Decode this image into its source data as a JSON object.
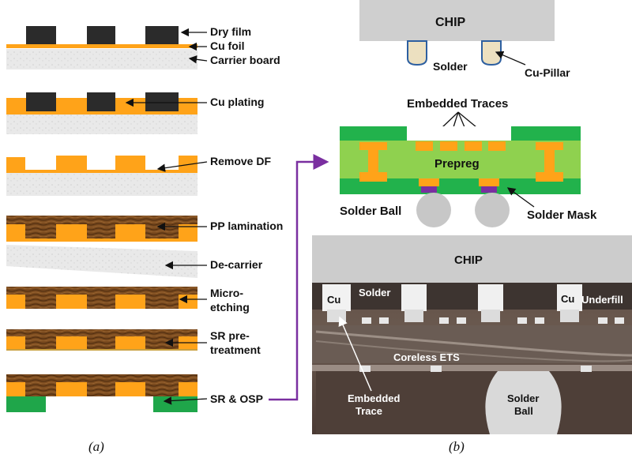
{
  "panel_a": {
    "caption": "(a)",
    "steps": [
      {
        "label": "Dry film"
      },
      {
        "label": "Cu foil"
      },
      {
        "label": "Carrier board"
      },
      {
        "label": "Cu plating"
      },
      {
        "label": "Remove DF"
      },
      {
        "label": "PP lamination"
      },
      {
        "label": "De-carrier"
      },
      {
        "label": "Micro-",
        "label2": "etching"
      },
      {
        "label": "SR pre-",
        "label2": "treatment"
      },
      {
        "label": "SR & OSP"
      }
    ]
  },
  "panel_b": {
    "caption": "(b)",
    "schematic": {
      "chip": "CHIP",
      "solder": "Solder",
      "cu_pillar": "Cu-Pillar",
      "embedded_traces": "Embedded Traces",
      "prepreg": "Prepreg",
      "solder_ball": "Solder Ball",
      "solder_mask": "Solder Mask"
    },
    "photo": {
      "chip": "CHIP",
      "cu_left": "Cu",
      "solder": "Solder",
      "cu_right": "Cu",
      "underfill": "Underfill",
      "coreless": "Coreless ETS",
      "embedded_1": "Embedded",
      "embedded_2": "Trace",
      "solder_ball_1": "Solder",
      "solder_ball_2": "Ball"
    }
  },
  "colors": {
    "cu": "#ffa319",
    "dry_film": "#2b2b2b",
    "carrier": "#e7e7e7",
    "pp_brown": "#7a4a1e",
    "sr_green": "#1fa64a",
    "board_green": "#22b24c",
    "prepreg_green": "#8fd14f",
    "pad_purple": "#7a2fa0",
    "ball_gray": "#c7c7c7",
    "chip_gray": "#cfcfcf",
    "arrow_purple": "#7a2fa0"
  }
}
